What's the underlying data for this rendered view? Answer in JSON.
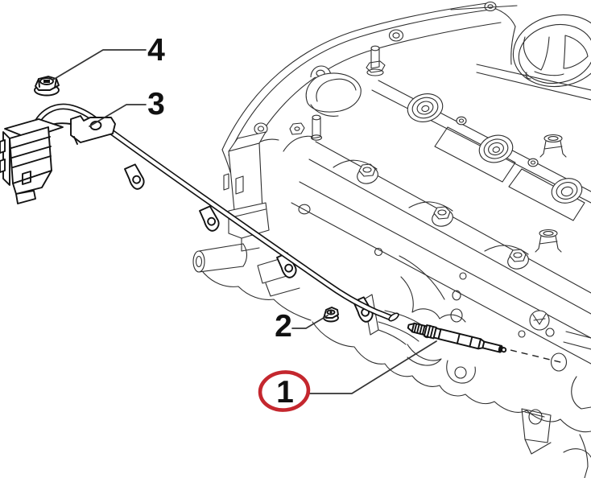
{
  "figure": {
    "description": "Exploded parts line-diagram of engine glow plugs and wiring harness",
    "callouts": [
      {
        "label": "1",
        "highlighted": true
      },
      {
        "label": "2",
        "highlighted": false
      },
      {
        "label": "3",
        "highlighted": false
      },
      {
        "label": "4",
        "highlighted": false
      }
    ],
    "colors": {
      "background": "#ffffff",
      "line": "#2e2e2e",
      "bold_line": "#121212",
      "callout_text": "#111111",
      "highlight": "#c4272e"
    }
  }
}
